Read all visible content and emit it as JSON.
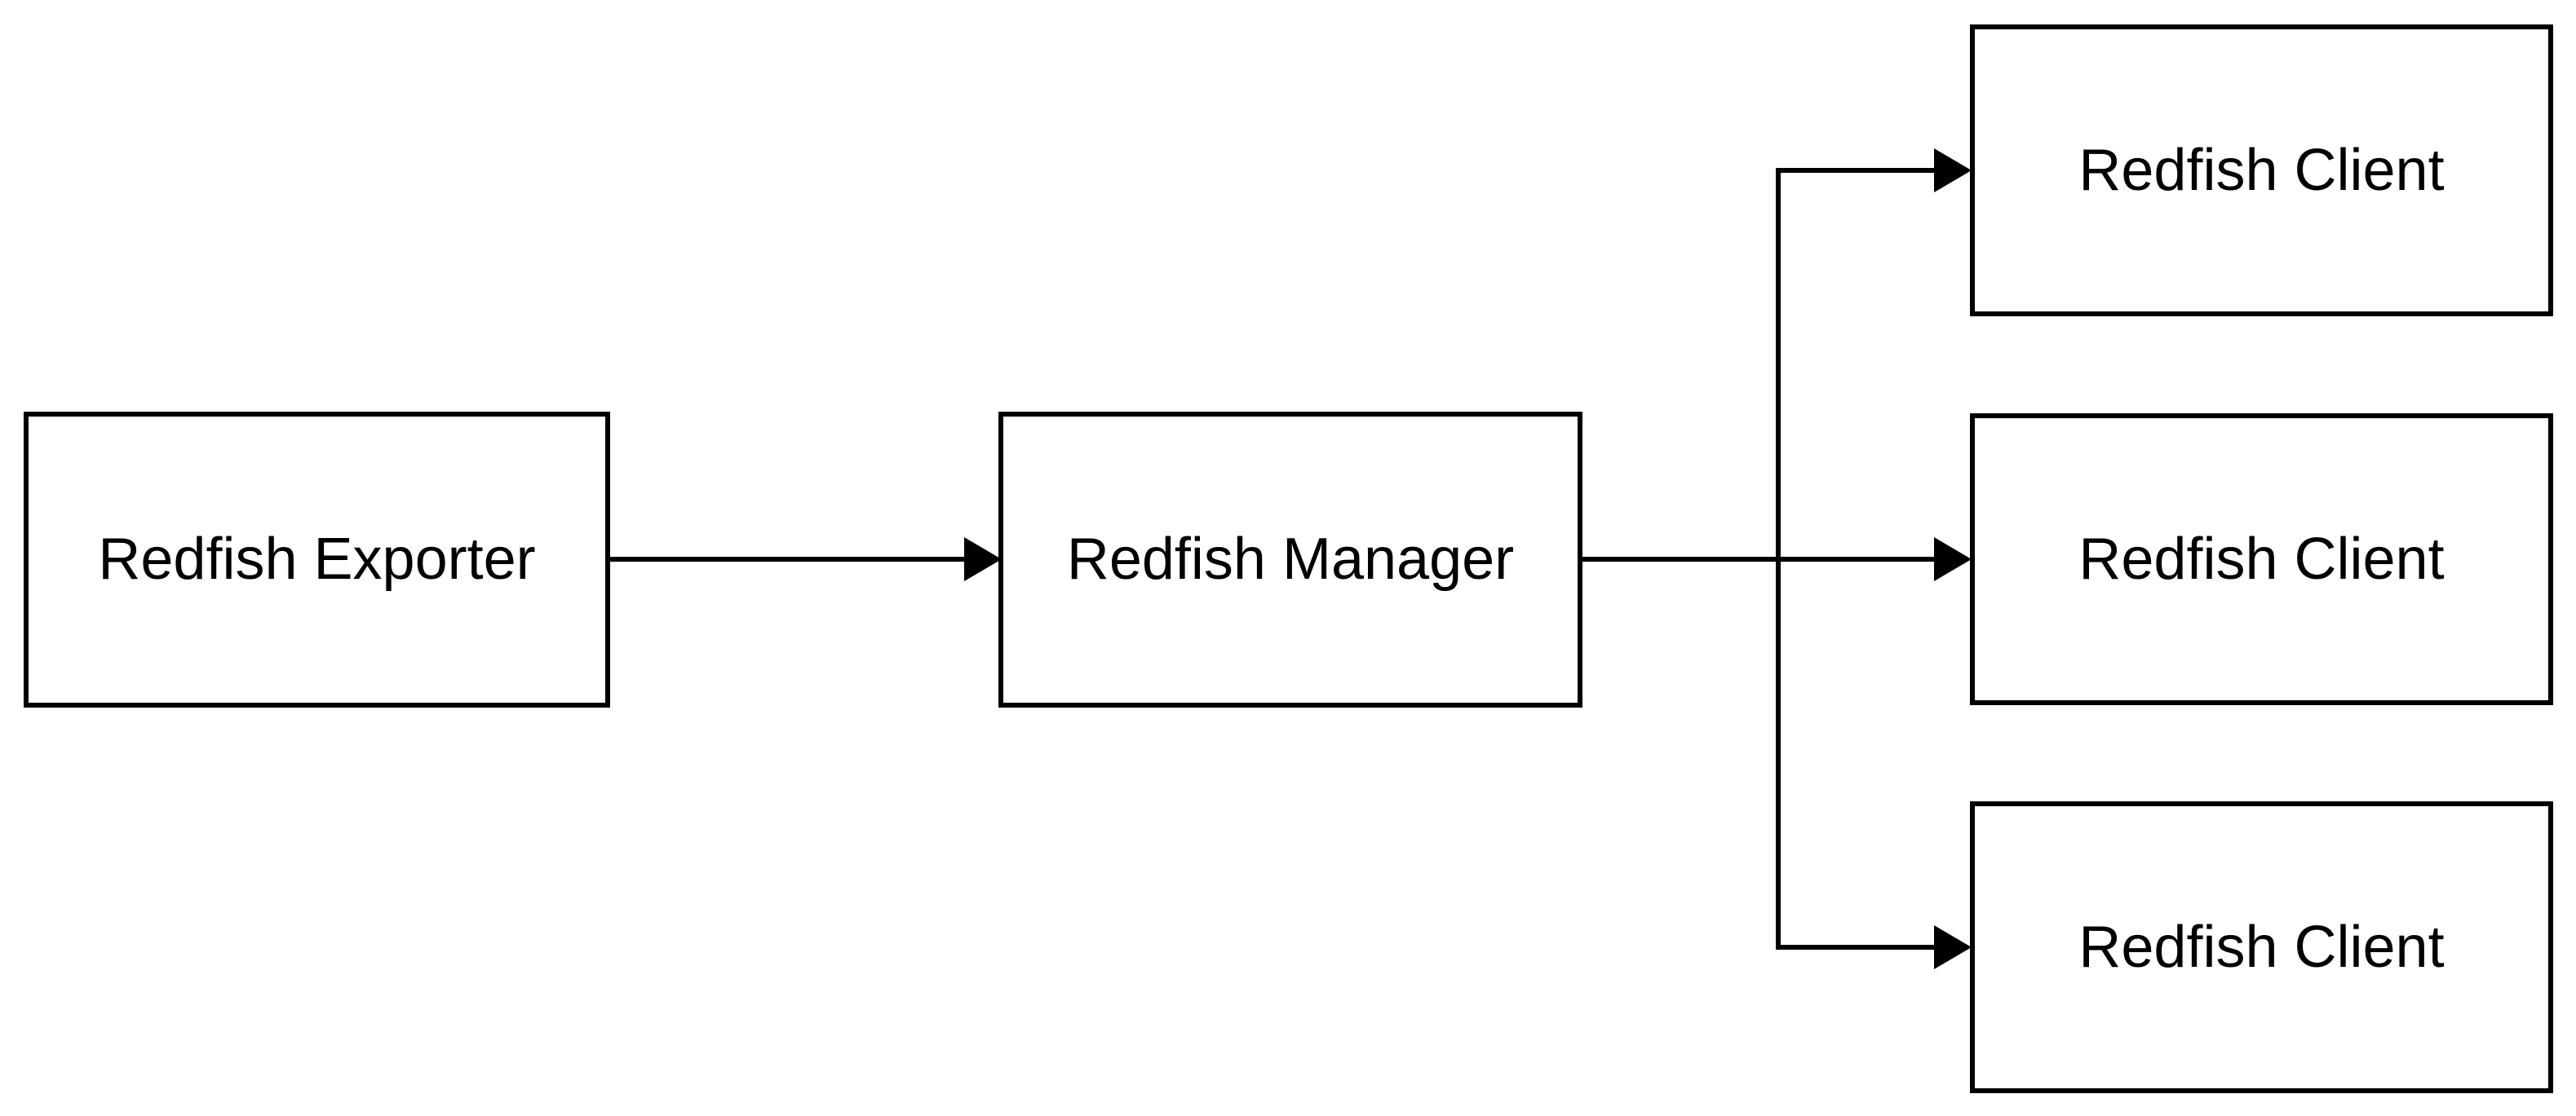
{
  "diagram": {
    "type": "flow-diagram",
    "background_color": "#ffffff",
    "node_fill_color": "#ffffff",
    "stroke_color": "#000000",
    "text_color": "#000000",
    "nodes": [
      {
        "id": "redfish-exporter",
        "label": "Redfish Exporter"
      },
      {
        "id": "redfish-manager",
        "label": "Redfish Manager"
      },
      {
        "id": "redfish-client-1",
        "label": "Redfish Client"
      },
      {
        "id": "redfish-client-2",
        "label": "Redfish Client"
      },
      {
        "id": "redfish-client-3",
        "label": "Redfish Client"
      }
    ],
    "edges": [
      {
        "from": "redfish-exporter",
        "to": "redfish-manager",
        "arrow": "end"
      },
      {
        "from": "redfish-manager",
        "to": "redfish-client-1",
        "arrow": "end"
      },
      {
        "from": "redfish-manager",
        "to": "redfish-client-2",
        "arrow": "end"
      },
      {
        "from": "redfish-manager",
        "to": "redfish-client-3",
        "arrow": "end"
      }
    ]
  }
}
